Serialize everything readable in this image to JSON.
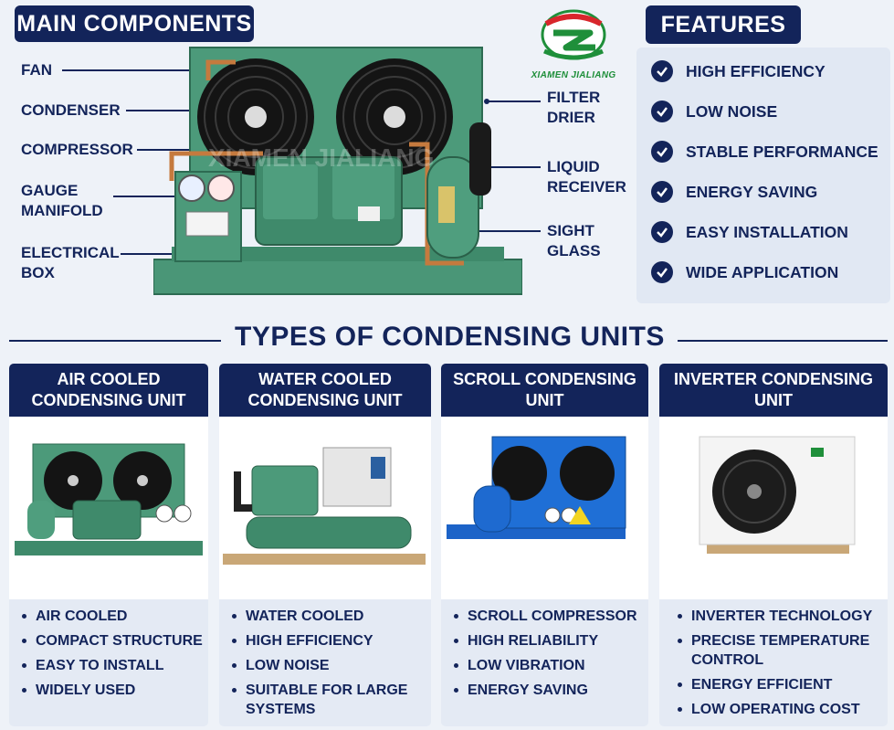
{
  "main_components": {
    "title": "MAIN COMPONENTS",
    "left_labels": [
      "FAN",
      "CONDENSER",
      "COMPRESSOR",
      "GAUGE\nMANIFOLD",
      "ELECTRICAL\nBOX"
    ],
    "right_labels": [
      "FILTER\nDRIER",
      "LIQUID\nRECEIVER",
      "SIGHT\nGLASS"
    ]
  },
  "brand": {
    "name": "XIAMEN JIALIANG",
    "watermark": "XIAMEN JIALIANG"
  },
  "features": {
    "title": "FEATURES",
    "items": [
      "HIGH EFFICIENCY",
      "LOW NOISE",
      "STABLE PERFORMANCE",
      "ENERGY SAVING",
      "EASY INSTALLATION",
      "WIDE APPLICATION"
    ]
  },
  "types": {
    "title": "TYPES OF CONDENSING UNITS",
    "cards": [
      {
        "title_line1": "AIR COOLED",
        "title_line2": "CONDENSING UNIT",
        "bullets": [
          "AIR COOLED",
          "COMPACT STRUCTURE",
          "EASY TO INSTALL",
          "WIDELY USED"
        ]
      },
      {
        "title_line1": "WATER COOLED",
        "title_line2": "CONDENSING UNIT",
        "bullets": [
          "WATER COOLED",
          "HIGH EFFICIENCY",
          "LOW NOISE",
          "SUITABLE FOR LARGE\nSYSTEMS"
        ]
      },
      {
        "title_line1": "SCROLL CONDENSING",
        "title_line2": "UNIT",
        "bullets": [
          "SCROLL COMPRESSOR",
          "HIGH RELIABILITY",
          "LOW VIBRATION",
          "ENERGY SAVING"
        ]
      },
      {
        "title_line1": "INVERTER CONDENSING",
        "title_line2": "UNIT",
        "bullets": [
          "INVERTER TECHNOLOGY",
          "PRECISE TEMPERATURE\nCONTROL",
          "ENERGY EFFICIENT",
          "LOW OPERATING COST"
        ]
      }
    ]
  },
  "colors": {
    "navy": "#13245a",
    "unit_green": "#3f8a6b",
    "scroll_blue": "#1c63c8",
    "brand_green": "#1f8f3a",
    "brand_red": "#d8262c"
  }
}
